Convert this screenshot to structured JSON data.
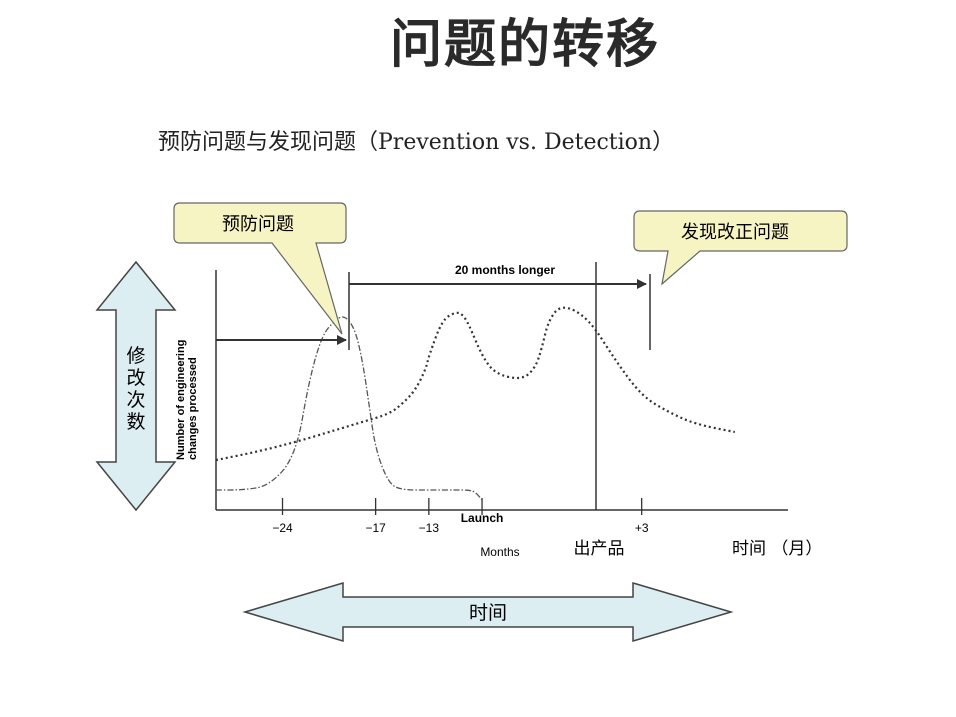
{
  "page": {
    "title": "问题的转移",
    "subtitle": "预防问题与发现问题（Prevention vs. Detection）"
  },
  "callouts": {
    "prevent": "预防问题",
    "detect": "发现改正问题"
  },
  "left_arrow_label": [
    "修",
    "改",
    "次",
    "数"
  ],
  "bottom_arrow_label": "时间",
  "colors": {
    "callout_fill": "#f7f4c4",
    "arrow_fill": "#dceef2",
    "arrow_stroke": "#444444",
    "line": "#333333"
  },
  "chart_data": {
    "type": "line",
    "ylabel": "Number of engineering changes processed",
    "xlabel": "Months",
    "x_ticks": [
      "−24",
      "−17",
      "−13",
      "Launch",
      "+3"
    ],
    "x_tick_values": [
      -24,
      -17,
      -13,
      -9,
      3
    ],
    "x_axis_cn_labels": {
      "launch": "出产品",
      "time_unit": "时间 （月）"
    },
    "annotation": "20 months longer",
    "xlim": [
      -29,
      14
    ],
    "ylim": [
      0,
      100
    ],
    "series": [
      {
        "style": "dash-dot",
        "x": [
          -29,
          -27,
          -25,
          -23,
          -22,
          -21,
          -20,
          -19.5,
          -19,
          -18.5,
          -18,
          -17.5,
          -17,
          -16,
          -15,
          -13,
          -11,
          -10,
          -9.5,
          -9
        ],
        "y": [
          5,
          5,
          7,
          22,
          60,
          83,
          90,
          92,
          90,
          84,
          70,
          48,
          25,
          8,
          5,
          5,
          5,
          5,
          4,
          0
        ]
      },
      {
        "style": "dotted",
        "x": [
          -29,
          -26,
          -23,
          -20,
          -18,
          -16,
          -15,
          -14,
          -13.2,
          -13,
          -12,
          -11,
          -10.5,
          -10,
          -9,
          -8,
          -6,
          -5,
          -4.5,
          -4,
          -3,
          -1,
          1,
          3,
          5,
          7,
          10
        ],
        "y": [
          20,
          24,
          29,
          35,
          39,
          43,
          48,
          55,
          66,
          72,
          90,
          94,
          93,
          88,
          72,
          63,
          60,
          66,
          76,
          90,
          98,
          91,
          70,
          52,
          44,
          38,
          34
        ]
      }
    ]
  }
}
